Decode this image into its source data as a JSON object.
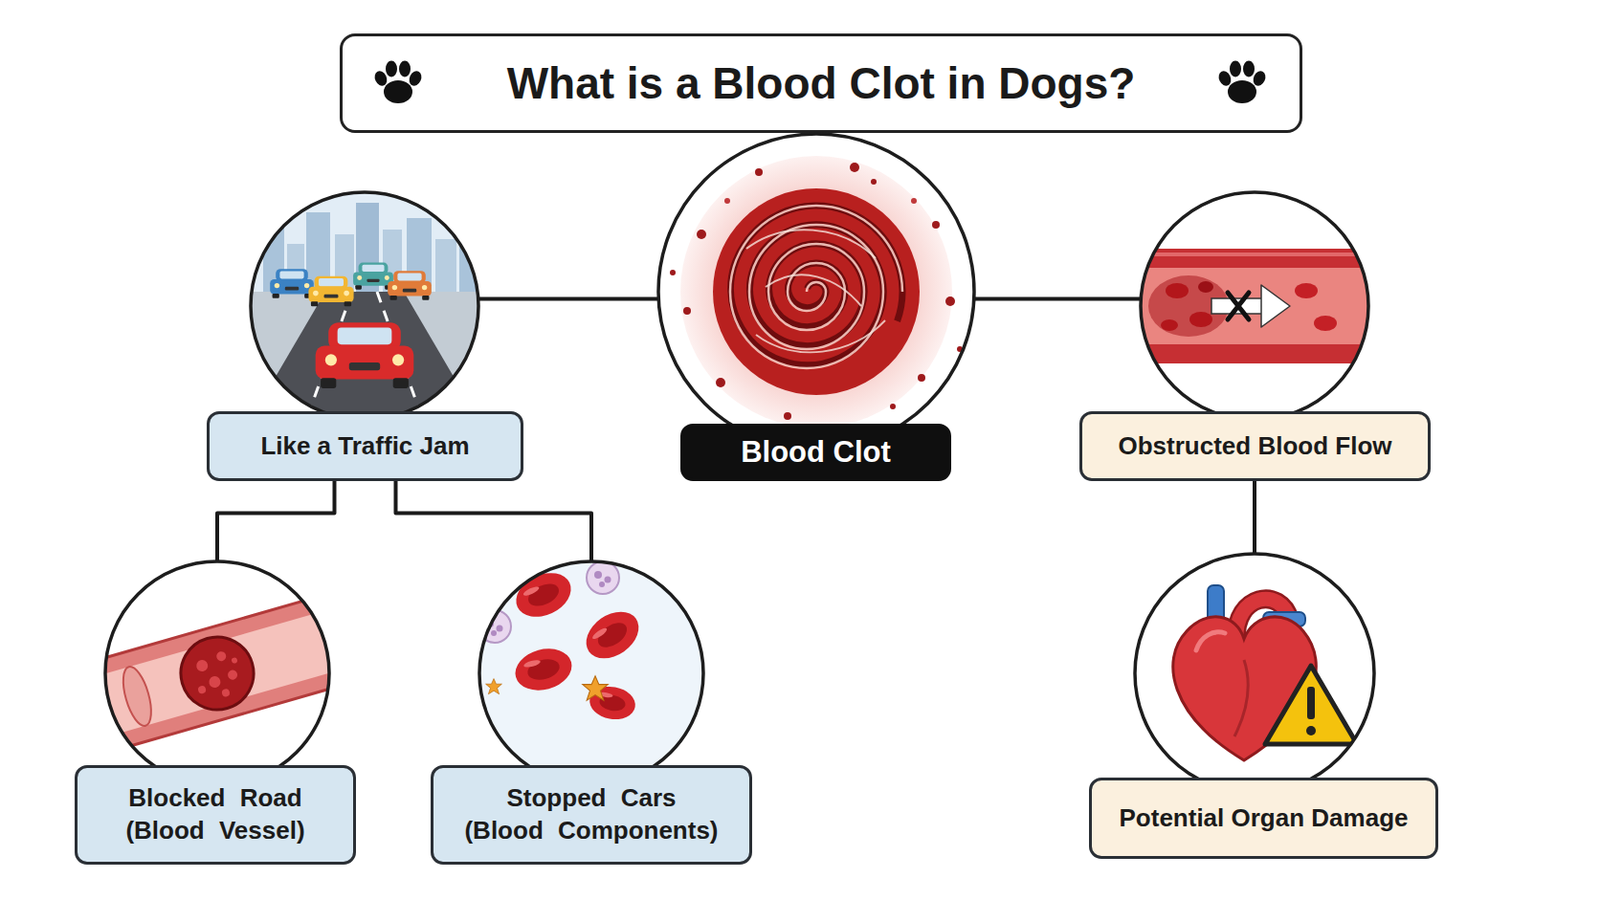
{
  "diagram": {
    "title": "What is a Blood Clot in Dogs?",
    "nodes": [
      {
        "text": [
          "Like a Traffic Jam"
        ]
      },
      {
        "text": [
          "Blood Clot"
        ]
      },
      {
        "text": [
          "Obstructed Blood Flow"
        ]
      },
      {
        "text": [
          "Blocked Road (Blood Vessel)"
        ]
      },
      {
        "text": [
          "Stopped Cars (Blood Components)"
        ]
      },
      {
        "text": [
          "Potential Organ Damage"
        ]
      }
    ],
    "edges": [
      {
        "from": 1,
        "to": 0,
        "arrow": "none"
      },
      {
        "from": 1,
        "to": 2,
        "arrow": "none"
      },
      {
        "from": 0,
        "to": 3,
        "arrow": "none"
      },
      {
        "from": 0,
        "to": 4,
        "arrow": "none"
      },
      {
        "from": 2,
        "to": 5,
        "arrow": "none"
      }
    ]
  }
}
